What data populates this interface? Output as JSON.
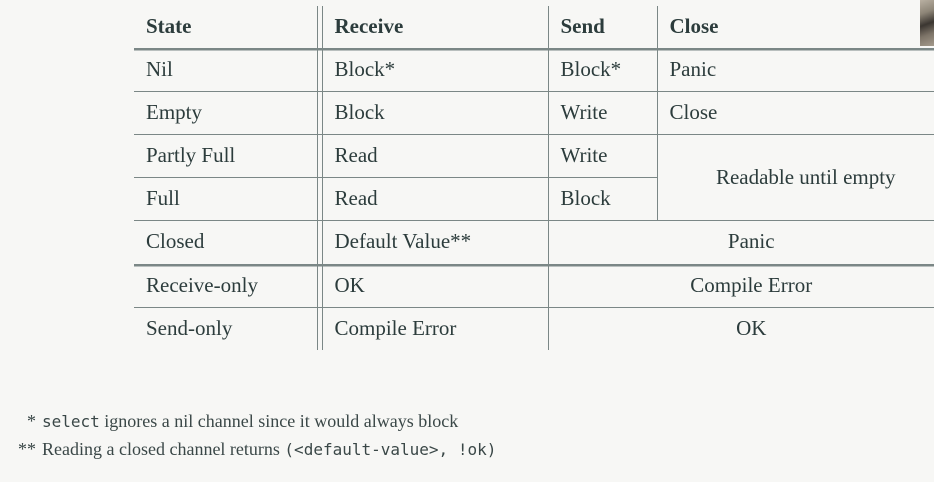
{
  "table": {
    "columns": [
      "State",
      "Receive",
      "Send",
      "Close"
    ],
    "rows": [
      {
        "state": "Nil",
        "receive": "Block*",
        "send": "Block*",
        "close": "Panic"
      },
      {
        "state": "Empty",
        "receive": "Block",
        "send": "Write",
        "close": "Close"
      },
      {
        "state": "Partly Full",
        "receive": "Read",
        "send": "Write",
        "close": "Readable until empty"
      },
      {
        "state": "Full",
        "receive": "Read",
        "send": "Block",
        "close": ""
      },
      {
        "state": "Closed",
        "receive": "Default Value**",
        "send": "Panic",
        "close": ""
      },
      {
        "state": "Receive-only",
        "receive": "OK",
        "send": "Compile Error",
        "close": ""
      },
      {
        "state": "Send-only",
        "receive": "Compile Error",
        "send": "OK",
        "close": ""
      }
    ]
  },
  "footnotes": [
    {
      "marker": "*",
      "code": "select",
      "text": " ignores a nil channel since it would always block"
    },
    {
      "marker": "**",
      "pre": "Reading a closed channel returns ",
      "code": "(<default-value>, !ok)",
      "text": ""
    }
  ],
  "colors": {
    "background": "#f7f7f5",
    "text": "#2c3c3c",
    "rule": "#7b8786"
  }
}
